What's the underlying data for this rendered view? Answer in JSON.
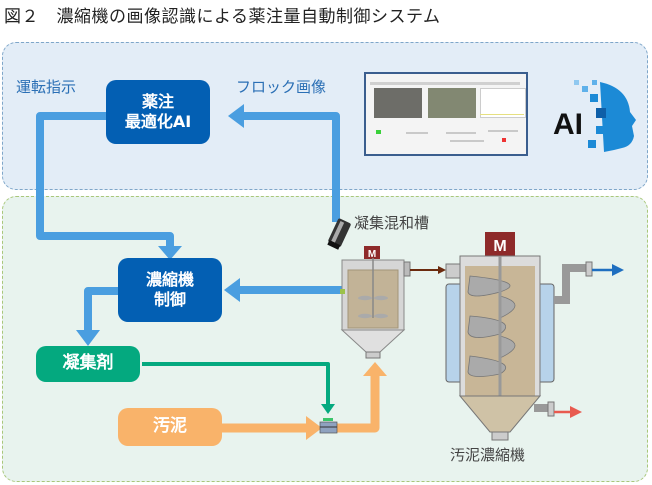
{
  "title": "図２　濃縮機の画像認識による薬注量自動制御システム",
  "labels": {
    "operation_instruction": "運転指示",
    "floc_image": "フロック画像",
    "coag_mix_tank": "凝集混和槽",
    "sludge_thickener": "汚泥濃縮機"
  },
  "boxes": {
    "ai": [
      "薬注",
      "最適化AI"
    ],
    "control": [
      "濃縮機",
      "制御"
    ],
    "coagulant": "凝集剤",
    "sludge": "汚泥"
  },
  "motor_label": "M",
  "ai_logo_text": "AI",
  "colors": {
    "flow_blue": "#4a9ee0",
    "box_blue": "#035fb3",
    "coagulant_green": "#04a97f",
    "sludge_orange": "#f9b36a",
    "outlet_blue": "#1f6fc0",
    "outlet_red": "#e85a4f",
    "transfer_brown": "#6b2a0e"
  }
}
